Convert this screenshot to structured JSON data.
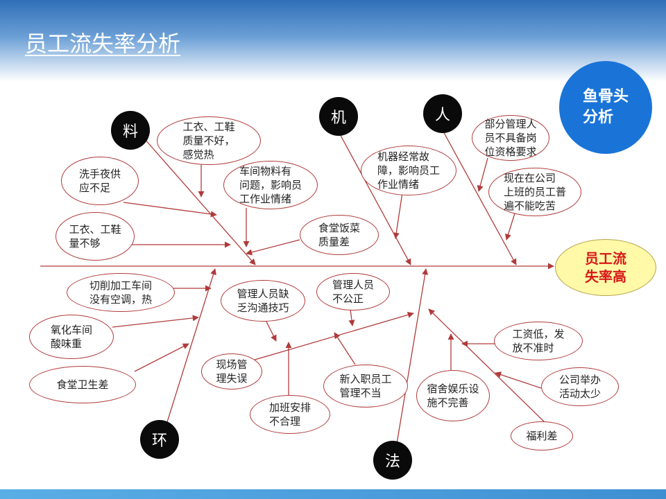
{
  "header": {
    "title": "员工流失率分析"
  },
  "method_badge": {
    "label": "鱼骨头\n分析"
  },
  "effect": {
    "label": "员工流\n失率高"
  },
  "categories": {
    "material": "料",
    "machine": "机",
    "man": "人",
    "environment": "环",
    "method": "法"
  },
  "causes": {
    "material": [
      "工衣、工鞋\n质量不好，\n感觉热",
      "洗手夜供\n应不足",
      "车间物料有\n问题，影响员\n工作业情绪",
      "工衣、工鞋\n量不够",
      "食堂饭菜\n质量差"
    ],
    "machine": [
      "机器经常故\n障，影响员工\n作业情绪"
    ],
    "man": [
      "部分管理人\n员不具备岗\n位资格要求",
      "现在在公司\n上班的员工普\n遍不能吃苦"
    ],
    "environment": [
      "切削加工车间\n没有空调，热",
      "氧化车间\n酸味重",
      "食堂卫生差"
    ],
    "method_mgmt": [
      "管理人员缺\n乏沟通技巧",
      "管理人员\n不公正",
      "现场管\n理失误",
      "加班安排\n不合理",
      "新入职员工\n管理不当"
    ],
    "method_welfare": [
      "工资低，发\n放不准时",
      "公司举办\n活动太少",
      "宿舍娱乐设\n施不完善",
      "福利差"
    ]
  },
  "colors": {
    "line": "#b03a3a",
    "header": "#2f6fb8",
    "effect_fill": "#fff9a8",
    "effect_text": "#d81818",
    "badge": "#1a74d8"
  }
}
